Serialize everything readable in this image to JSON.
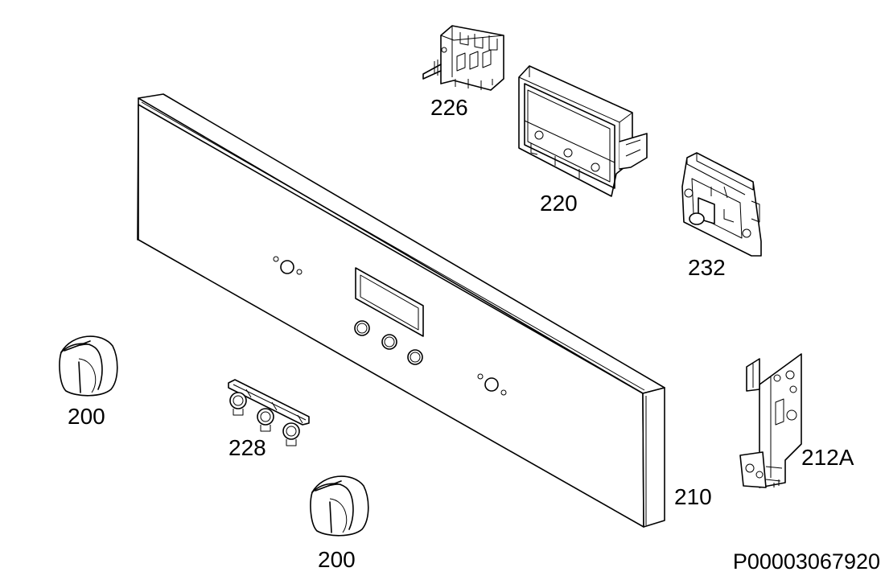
{
  "labels": {
    "switch_226": "226",
    "housing_220": "220",
    "thermostat_232": "232",
    "knob_200_left": "200",
    "indicator_228": "228",
    "knob_200_bottom": "200",
    "panel_210": "210",
    "bracket_212a": "212A"
  },
  "drawing_code": "P00003067920",
  "icons": {
    "control_panel": "panel-icon",
    "selector_switch": "rotary-switch-icon",
    "display_housing": "housing-icon",
    "thermostat": "thermostat-icon",
    "knob": "knob-icon",
    "lamp_strip": "lamp-strip-icon",
    "bracket": "bracket-icon"
  }
}
